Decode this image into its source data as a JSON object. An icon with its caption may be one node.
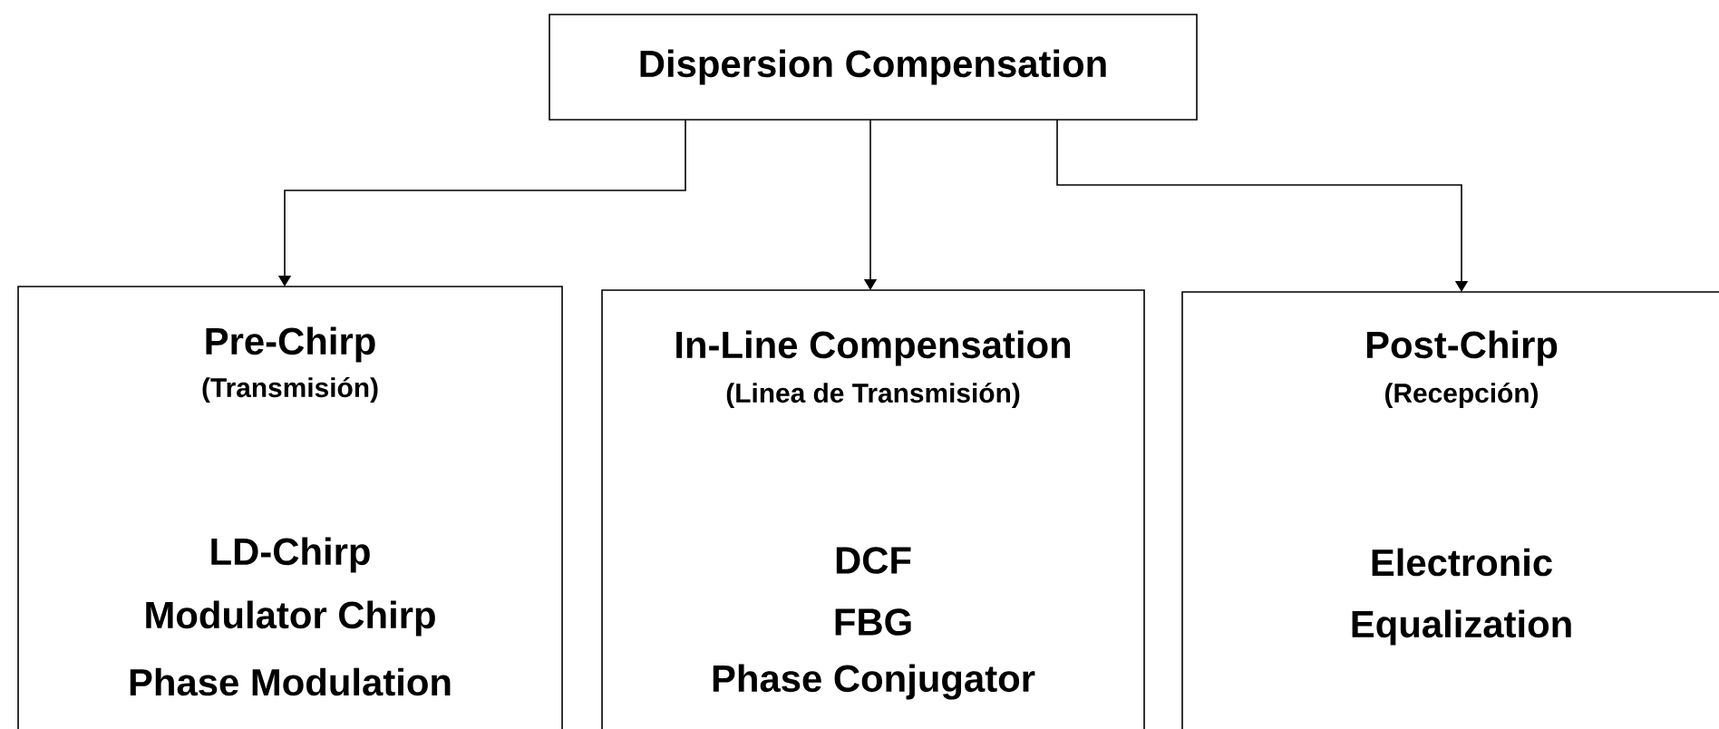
{
  "diagram": {
    "nodes": [
      {
        "text": [
          "Dispersion Compensation"
        ]
      },
      {
        "text": [
          "Pre-Chirp",
          "(Transmisión)",
          "LD-Chirp",
          "Modulator Chirp",
          "Phase Modulation"
        ]
      },
      {
        "text": [
          "In-Line Compensation",
          "(Linea de Transmisión)",
          "DCF",
          "FBG",
          "Phase Conjugator"
        ]
      },
      {
        "text": [
          "Post-Chirp",
          "(Recepción)",
          "Electronic",
          "Equalization"
        ]
      }
    ],
    "edges": [
      {
        "from": 0,
        "to": 1,
        "arrow": "to"
      },
      {
        "from": 0,
        "to": 2,
        "arrow": "to"
      },
      {
        "from": 0,
        "to": 3,
        "arrow": "to"
      }
    ]
  }
}
